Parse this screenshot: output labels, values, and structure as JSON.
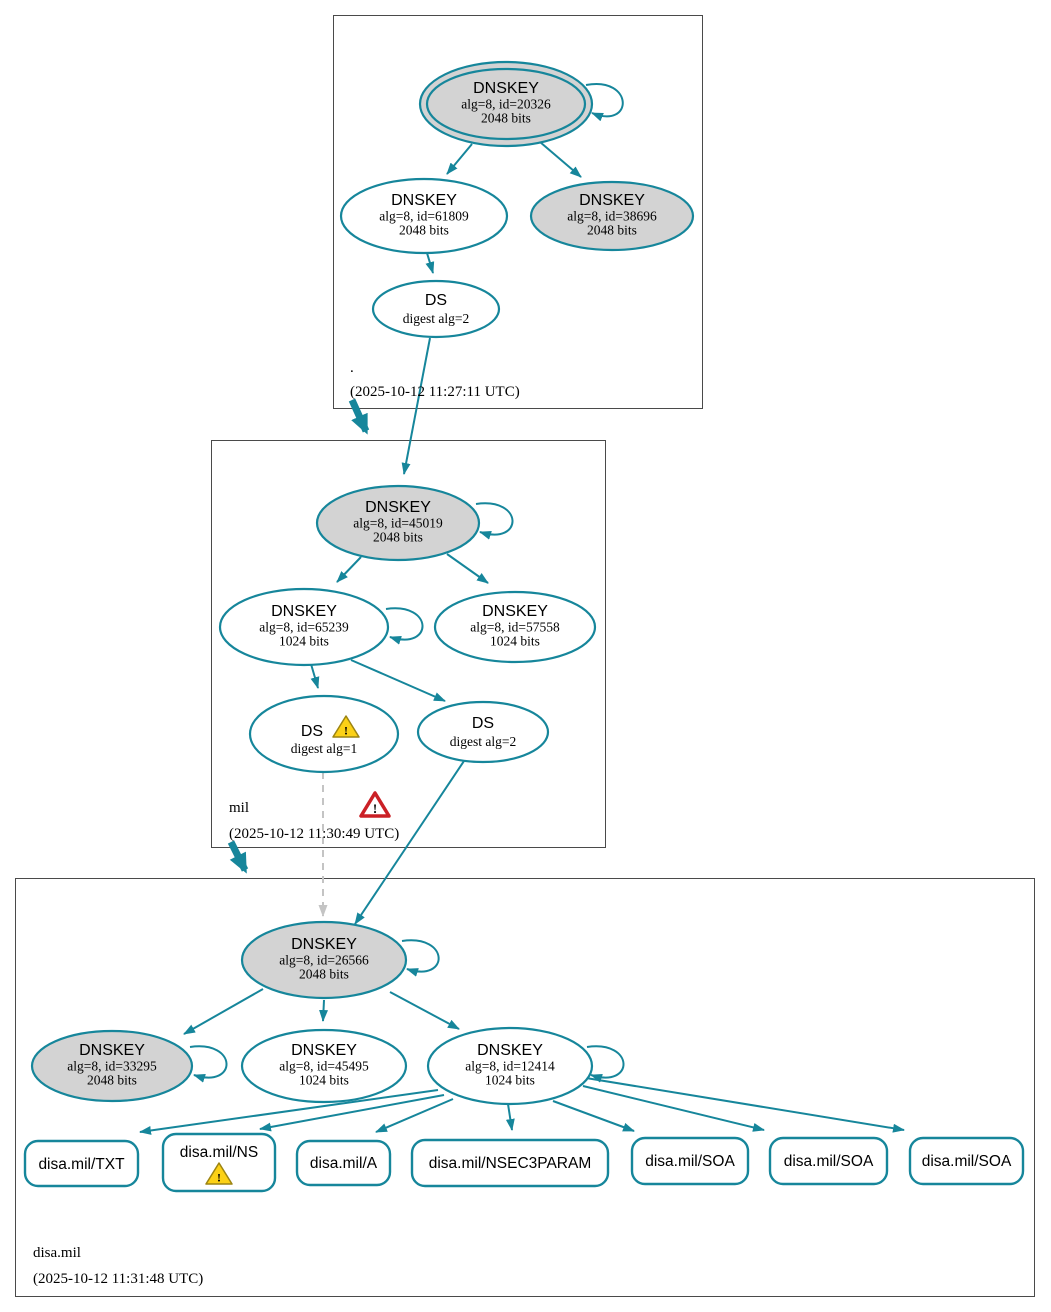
{
  "colors": {
    "edge_teal": "#16869b",
    "ksk_fill_gray": "#d3d3d3",
    "node_fill_white": "#ffffff",
    "warning_yellow": "#fcd116",
    "error_red": "#cb2026",
    "dashed_gray": "#c4c4c4",
    "zone_box_border": "#4a4a4a"
  },
  "zones": [
    {
      "name": ".",
      "timestamp": "(2025-10-12 11:27:11 UTC)",
      "nodes": {
        "ksk": {
          "title": "DNSKEY",
          "alg": "alg=8, id=20326",
          "bits": "2048 bits"
        },
        "zsk": {
          "title": "DNSKEY",
          "alg": "alg=8, id=61809",
          "bits": "2048 bits"
        },
        "key2": {
          "title": "DNSKEY",
          "alg": "alg=8, id=38696",
          "bits": "2048 bits"
        },
        "ds": {
          "title": "DS",
          "digest": "digest alg=2"
        }
      }
    },
    {
      "name": "mil",
      "timestamp": "(2025-10-12 11:30:49 UTC)",
      "error_icon": "!",
      "nodes": {
        "ksk": {
          "title": "DNSKEY",
          "alg": "alg=8, id=45019",
          "bits": "2048 bits"
        },
        "zsk1": {
          "title": "DNSKEY",
          "alg": "alg=8, id=65239",
          "bits": "1024 bits"
        },
        "zsk2": {
          "title": "DNSKEY",
          "alg": "alg=8, id=57558",
          "bits": "1024 bits"
        },
        "ds1": {
          "title": "DS",
          "digest": "digest alg=1",
          "warning": "!"
        },
        "ds2": {
          "title": "DS",
          "digest": "digest alg=2"
        }
      }
    },
    {
      "name": "disa.mil",
      "timestamp": "(2025-10-12 11:31:48 UTC)",
      "nodes": {
        "ksk": {
          "title": "DNSKEY",
          "alg": "alg=8, id=26566",
          "bits": "2048 bits"
        },
        "key2": {
          "title": "DNSKEY",
          "alg": "alg=8, id=33295",
          "bits": "2048 bits"
        },
        "key3": {
          "title": "DNSKEY",
          "alg": "alg=8, id=45495",
          "bits": "1024 bits"
        },
        "key4": {
          "title": "DNSKEY",
          "alg": "alg=8, id=12414",
          "bits": "1024 bits"
        },
        "rrsets": [
          {
            "label": "disa.mil/TXT"
          },
          {
            "label": "disa.mil/NS",
            "warning": "!"
          },
          {
            "label": "disa.mil/A"
          },
          {
            "label": "disa.mil/NSEC3PARAM"
          },
          {
            "label": "disa.mil/SOA"
          },
          {
            "label": "disa.mil/SOA"
          },
          {
            "label": "disa.mil/SOA"
          }
        ]
      }
    }
  ]
}
